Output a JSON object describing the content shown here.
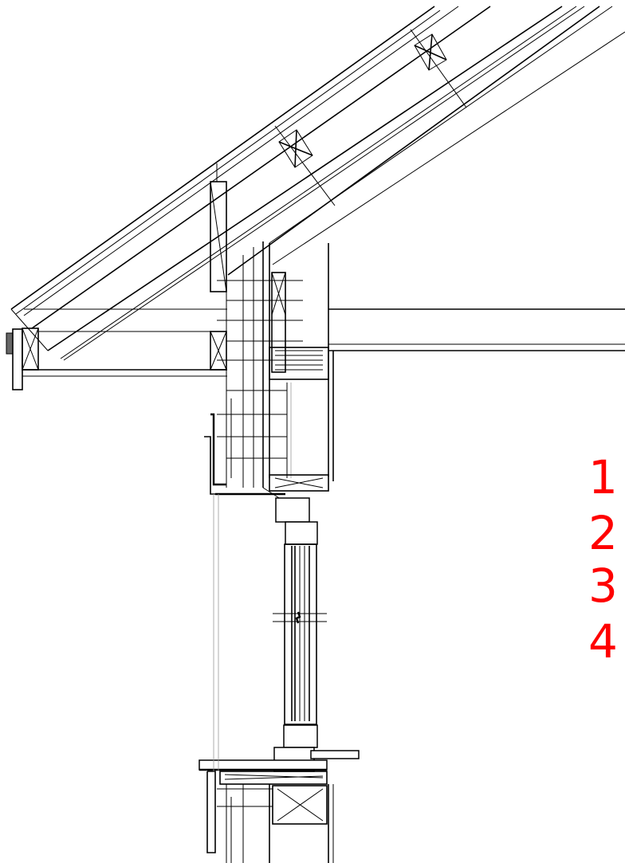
{
  "labels": {
    "color": "#ff0000",
    "items": [
      "1",
      "2",
      "3",
      "4"
    ]
  }
}
